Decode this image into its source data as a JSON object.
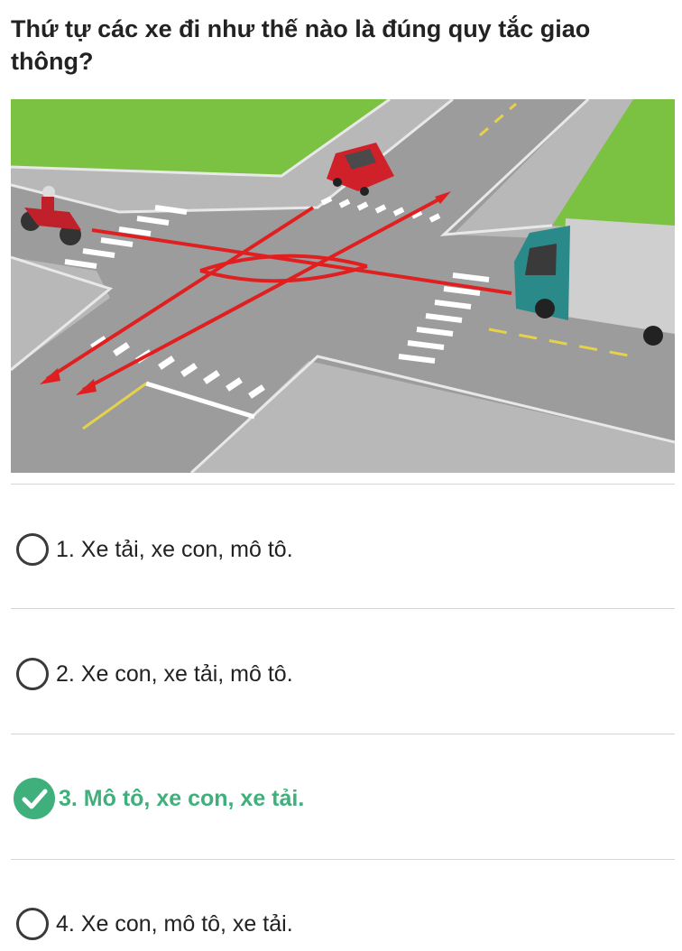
{
  "question": {
    "text": "Thứ tự các xe đi như thế nào là đúng quy tắc giao thông?"
  },
  "scene": {
    "description_icons": [
      "motorcycle-icon",
      "red-car-icon",
      "truck-icon"
    ],
    "arrow_color": "#e02020"
  },
  "options": [
    {
      "label": "1. Xe tải, xe con, mô tô.",
      "selected": false
    },
    {
      "label": "2. Xe con, xe tải, mô tô.",
      "selected": false
    },
    {
      "label": "3. Mô tô, xe con, xe tải.",
      "selected": true
    },
    {
      "label": "4. Xe con, mô tô, xe tải.",
      "selected": false
    }
  ],
  "colors": {
    "correct": "#3fb07c",
    "grass": "#7cc242",
    "road": "#9c9c9c"
  }
}
